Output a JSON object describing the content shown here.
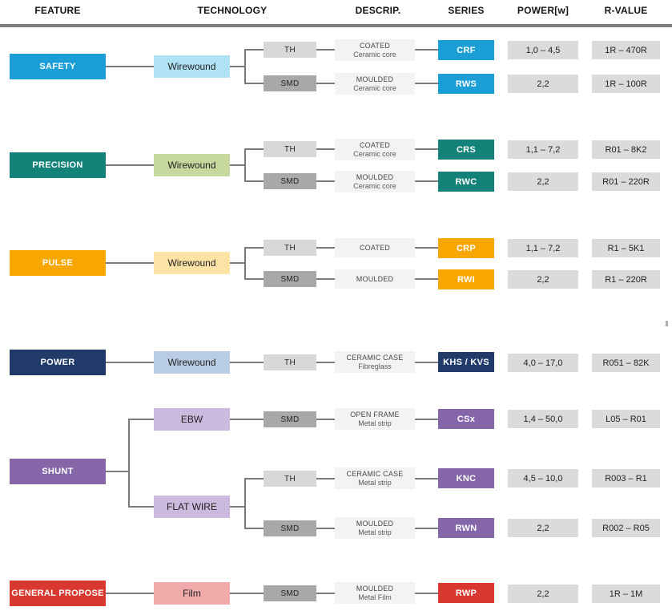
{
  "header": {
    "feature": "FEATURE",
    "technology": "TECHNOLOGY",
    "descrip": "DESCRIP.",
    "series": "SERIES",
    "power": "POWER[w]",
    "rvalue": "R-VALUE"
  },
  "palette": {
    "line": "#7a7a7a",
    "header_rule": "#808080",
    "th_bg": "#d8d8d8",
    "smd_bg": "#a8a8a8",
    "desc_bg": "#f3f3f1",
    "value_bg": "#dbdbdb"
  },
  "groups": [
    {
      "feature": "SAFETY",
      "color": "#1b9ed6",
      "tech": "Wirewound",
      "tech_color": "#b0e2f5",
      "rows": [
        {
          "mount": "TH",
          "desc1": "COATED",
          "desc2": "Ceramic core",
          "series": "CRF",
          "power": "1,0 – 4,5",
          "rvalue": "1R – 470R"
        },
        {
          "mount": "SMD",
          "desc1": "MOULDED",
          "desc2": "Ceramic core",
          "series": "RWS",
          "power": "2,2",
          "rvalue": "1R – 100R"
        }
      ]
    },
    {
      "feature": "PRECISION",
      "color": "#13837a",
      "tech": "Wirewound",
      "tech_color": "#c6d89e",
      "rows": [
        {
          "mount": "TH",
          "desc1": "COATED",
          "desc2": "Ceramic core",
          "series": "CRS",
          "power": "1,1 – 7,2",
          "rvalue": "R01 – 8K2"
        },
        {
          "mount": "SMD",
          "desc1": "MOULDED",
          "desc2": "Ceramic core",
          "series": "RWC",
          "power": "2,2",
          "rvalue": "R01 – 220R"
        }
      ]
    },
    {
      "feature": "PULSE",
      "color": "#f7a700",
      "tech": "Wirewound",
      "tech_color": "#fce2a5",
      "rows": [
        {
          "mount": "TH",
          "desc1": "COATED",
          "series": "CRP",
          "power": "1,1 – 7,2",
          "rvalue": "R1 – 5K1"
        },
        {
          "mount": "SMD",
          "desc1": "MOULDED",
          "series": "RWI",
          "power": "2,2",
          "rvalue": "R1 – 220R"
        }
      ]
    },
    {
      "feature": "POWER",
      "color": "#203a69",
      "tech": "Wirewound",
      "tech_color": "#b8cce4",
      "rows": [
        {
          "mount": "TH",
          "desc1": "CERAMIC CASE",
          "desc2": "Fibreglass",
          "series": "KHS / KVS",
          "power": "4,0 – 17,0",
          "rvalue": "R051 – 82K"
        }
      ]
    },
    {
      "feature": "SHUNT",
      "color": "#8566a9",
      "tech_ebw": "EBW",
      "tech_flat": "FLAT WIRE",
      "tech_color": "#ccbade",
      "rows": [
        {
          "mount": "SMD",
          "desc1": "OPEN FRAME",
          "desc2": "Metal strip",
          "series": "CSx",
          "power": "1,4 – 50,0",
          "rvalue": "L05 – R01"
        },
        {
          "mount": "TH",
          "desc1": "CERAMIC CASE",
          "desc2": "Metal strip",
          "series": "KNC",
          "power": "4,5 – 10,0",
          "rvalue": "R003 – R1"
        },
        {
          "mount": "SMD",
          "desc1": "MOULDED",
          "desc2": "Metal strip",
          "series": "RWN",
          "power": "2,2",
          "rvalue": "R002 – R05"
        }
      ]
    },
    {
      "feature": "GENERAL PROPOSE",
      "color": "#d8382f",
      "tech": "Film",
      "tech_color": "#f2abab",
      "rows": [
        {
          "mount": "SMD",
          "desc1": "MOULDED",
          "desc2": "Metal Film",
          "series": "RWP",
          "power": "2,2",
          "rvalue": "1R – 1M"
        }
      ]
    }
  ]
}
